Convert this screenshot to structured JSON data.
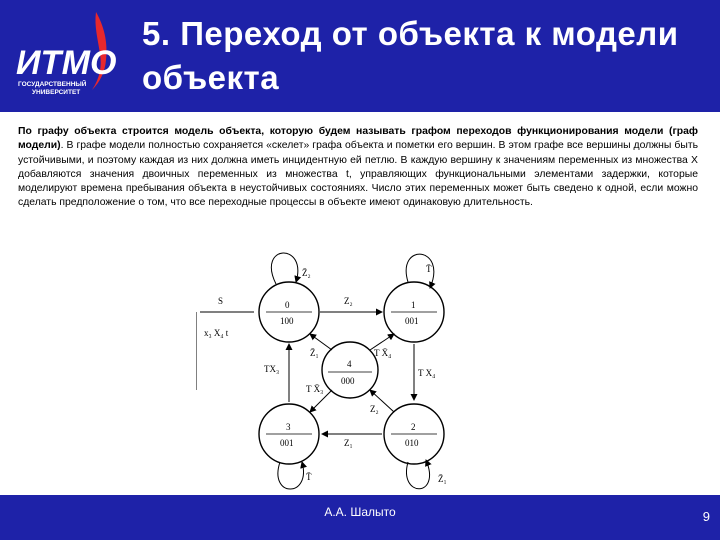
{
  "header": {
    "title": "5. Переход от объекта к модели объекта",
    "logo": {
      "wordmark": "ИТМО",
      "line1": "ГОСУДАРСТВЕННЫЙ",
      "line2": "УНИВЕРСИТЕТ"
    }
  },
  "body": {
    "p_bold1": "По графу объекта строится модель объекта, которую будем называть графом переходов функционирования модели (граф модели)",
    "p_rest": ". В графе модели полностью сохраняется «скелет» графа объекта и пометки его вершин. В этом графе все вершины должны быть устойчивыми, и поэтому каждая из них должна иметь инцидентную ей петлю. В каждую вершину к значениям переменных из множества X добавляются значения двоичных переменных из множества t, управляющих функциональными элементами задержки, которые моделируют времена пребывания объекта в неустойчивых состояниях. Число этих переменных может быть сведено к одной, если можно сделать предположение о том, что все переходные процессы в объекте имеют одинаковую длительность."
  },
  "graph": {
    "nodes": [
      {
        "id": "0",
        "code": "100"
      },
      {
        "id": "1",
        "code": "001"
      },
      {
        "id": "2",
        "code": "010"
      },
      {
        "id": "3",
        "code": "001"
      },
      {
        "id": "4",
        "code": "000"
      }
    ],
    "labels": {
      "loop0": "Z̄₂",
      "loop1": "T̄",
      "loop2": "Z̄₁",
      "loop3": "T̄",
      "input_s": "S",
      "input_x": "x₃ X₄ t",
      "e01": "Z₂",
      "e40": "Z̄₁",
      "e41": "T X̄₄",
      "e30": "TX₃",
      "e43": "T X̄₃",
      "e12": "T X₄",
      "e24": "Z₂",
      "e23": "Z₁"
    }
  },
  "footer": {
    "author": "А.А. Шалыто",
    "page": "9"
  },
  "colors": {
    "brand_blue": "#1e22a8",
    "logo_red": "#e8282d"
  }
}
